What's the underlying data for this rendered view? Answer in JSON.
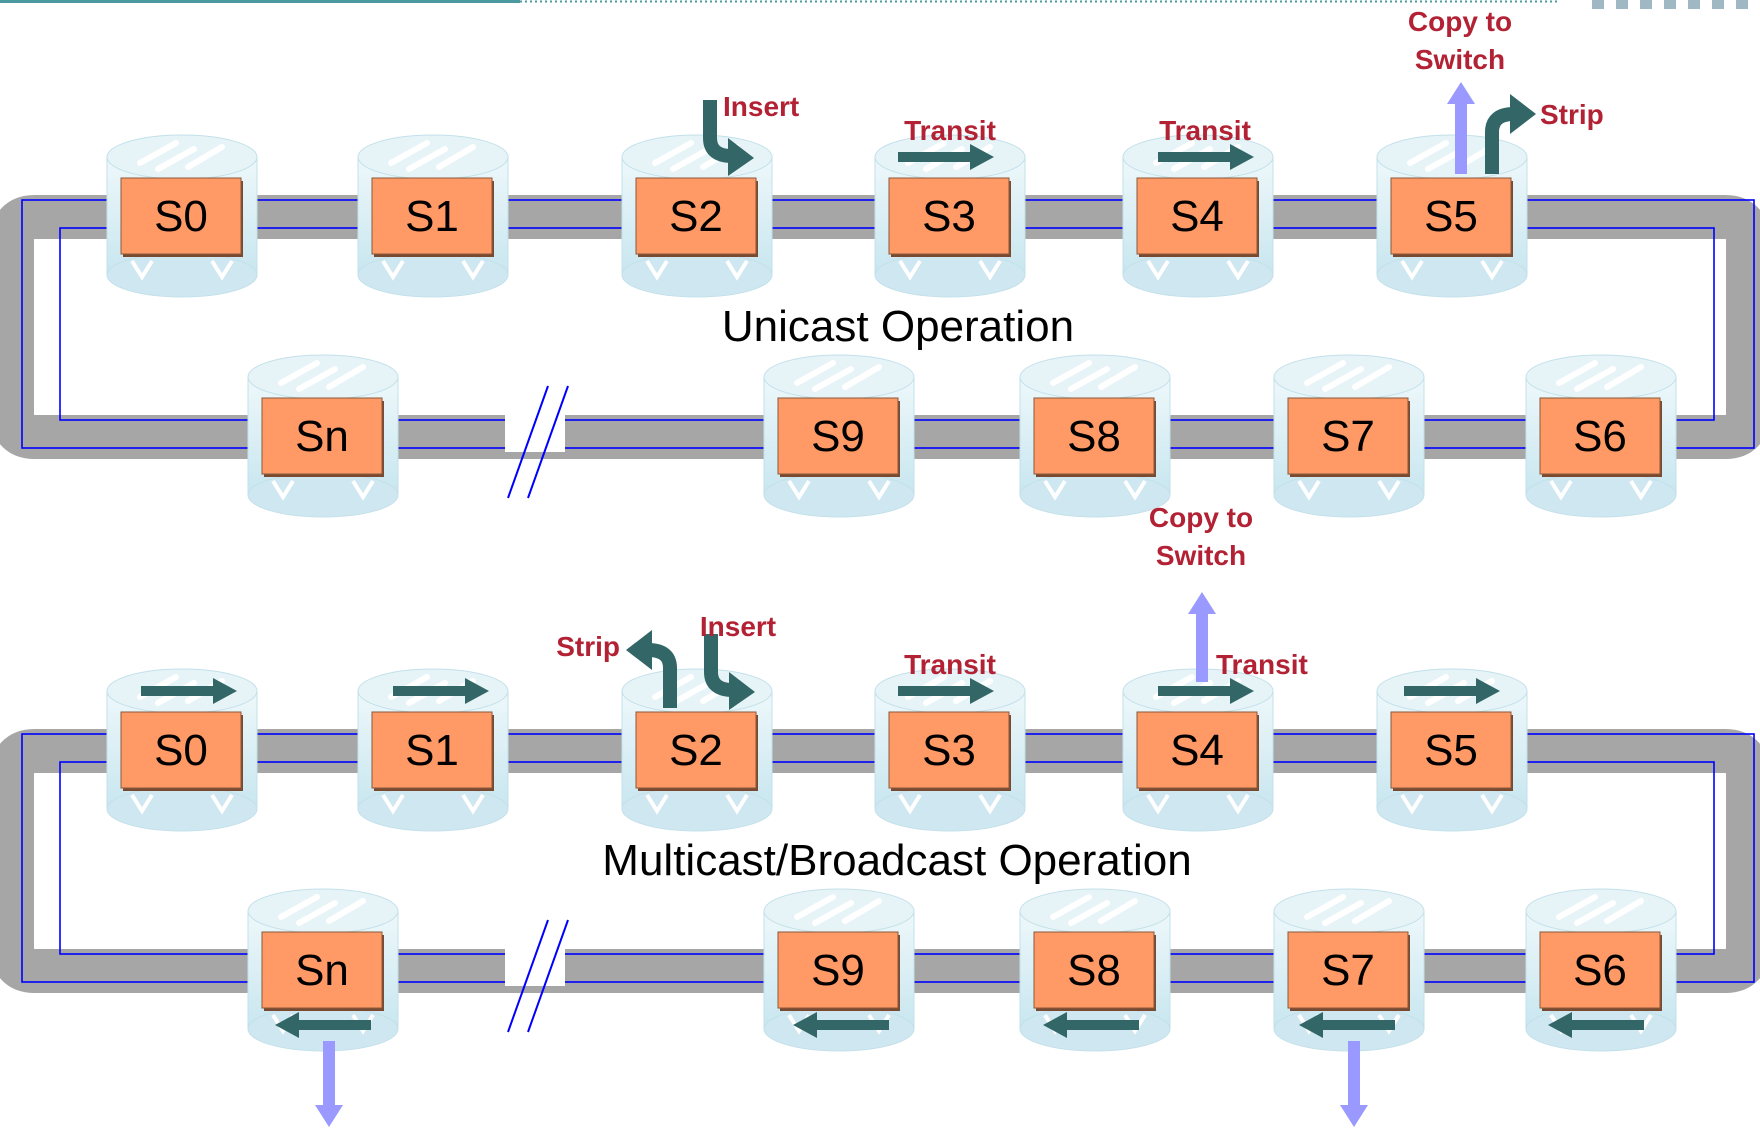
{
  "colors": {
    "ring": "#a6a6a6",
    "ring_line": "#0000ff",
    "node_fill": "#ff9966",
    "node_border": "#8a5a3c",
    "router": "#d6eef6",
    "arrow": "#336666",
    "copy_arrow": "#9999ff",
    "label": "#b22234",
    "header_line": "#4a9aa0"
  },
  "icons": {
    "router": "router-cylinder-icon",
    "transit": "right-arrow-icon",
    "insert": "insert-arrow-icon",
    "strip": "strip-arrow-icon",
    "copy": "copy-up-arrow-icon",
    "break": "ring-break-icon"
  },
  "panels": [
    {
      "id": "unicast",
      "title": "Unicast Operation",
      "top_nodes": [
        "S0",
        "S1",
        "S2",
        "S3",
        "S4",
        "S5"
      ],
      "bottom_nodes": [
        "Sn",
        "S9",
        "S8",
        "S7",
        "S6"
      ],
      "labels": {
        "insert": "Insert",
        "transit_a": "Transit",
        "transit_b": "Transit",
        "strip": "Strip",
        "copy": "Copy to Switch"
      }
    },
    {
      "id": "multicast",
      "title": "Multicast/Broadcast Operation",
      "top_nodes": [
        "S0",
        "S1",
        "S2",
        "S3",
        "S4",
        "S5"
      ],
      "bottom_nodes": [
        "Sn",
        "S9",
        "S8",
        "S7",
        "S6"
      ],
      "labels": {
        "strip": "Strip",
        "insert": "Insert",
        "transit_a": "Transit",
        "transit_b": "Transit",
        "copy": "Copy to Switch"
      }
    }
  ]
}
